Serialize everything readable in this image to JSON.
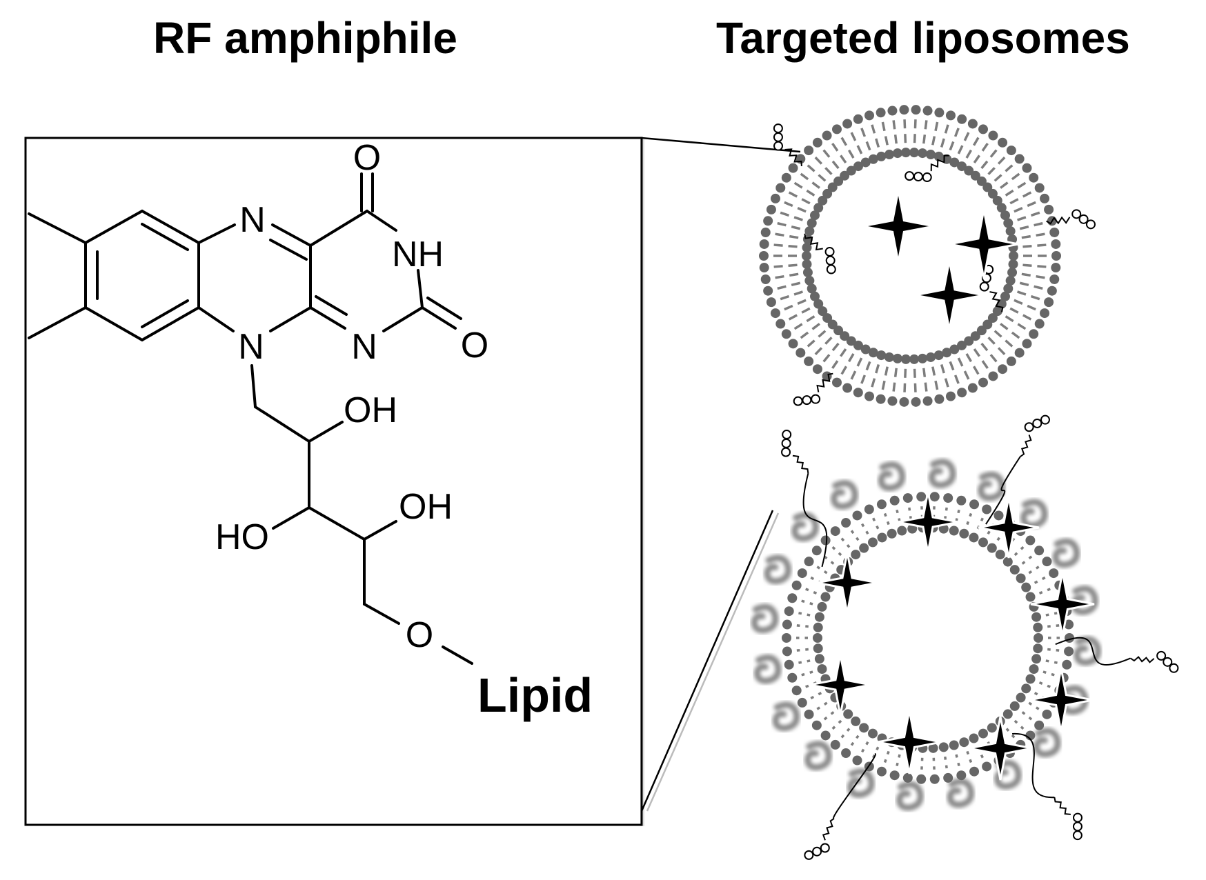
{
  "headings": {
    "left": "RF amphiphile",
    "right": "Targeted liposomes"
  },
  "molecule": {
    "atoms": {
      "O_top": "O",
      "N_ring_top": "N",
      "NH": "NH",
      "N_ring_mid": "N",
      "N_pyr": "N",
      "O_right": "O",
      "OH_1": "OH",
      "OH_2": "OH",
      "HO": "HO",
      "O_link": "O"
    },
    "lipid_label": "Lipid"
  },
  "colors": {
    "ink": "#000000",
    "membrane": "#7d7d7d",
    "membrane_dark": "#666666",
    "background": "#ffffff"
  }
}
